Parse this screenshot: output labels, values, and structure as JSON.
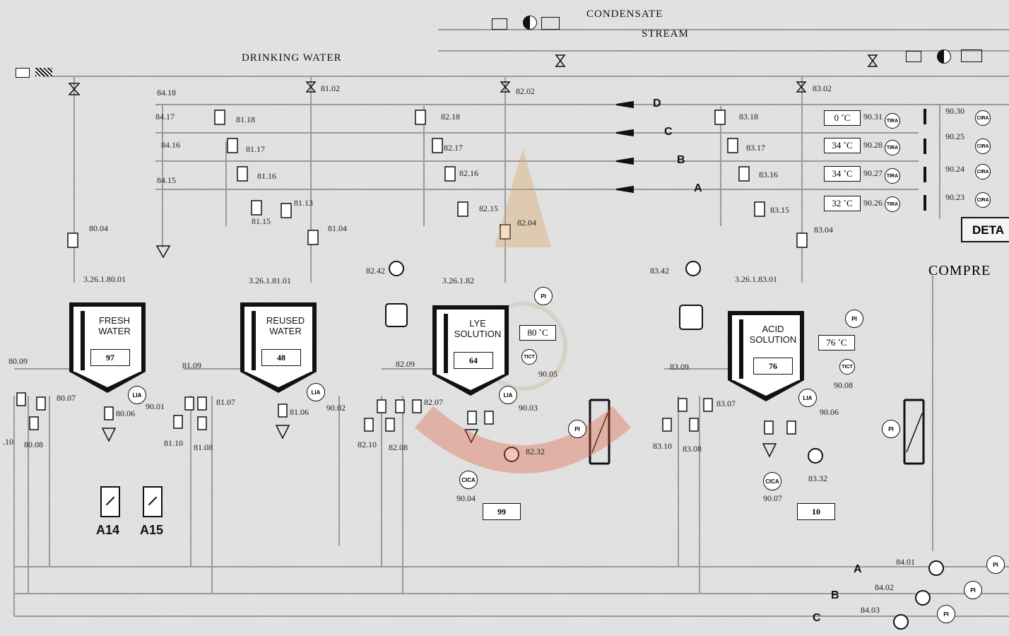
{
  "headers": {
    "condensate": "CONDENSATE",
    "stream": "STREAM",
    "drinking_water": "DRINKING WATER",
    "compressed": "COMPRE",
    "detail_button": "DETA"
  },
  "tanks": [
    {
      "name_line1": "FRESH",
      "name_line2": "WATER",
      "tag": "3.26.1.80.01",
      "level": "97"
    },
    {
      "name_line1": "REUSED",
      "name_line2": "WATER",
      "tag": "3.26.1.81.01",
      "level": "48"
    },
    {
      "name_line1": "LYE",
      "name_line2": "SOLUTION",
      "tag": "3.26.1.82",
      "level": "64"
    },
    {
      "name_line1": "ACID",
      "name_line2": "SOLUTION",
      "tag": "3.26.1.83.01",
      "level": "76"
    }
  ],
  "lines": {
    "A": "A",
    "B": "B",
    "C": "C",
    "D": "D"
  },
  "temperatures": {
    "t1": "0 ˚C",
    "t2": "34 ˚C",
    "t3": "34 ˚C",
    "t4": "32 ˚C",
    "lye_temp": "80 ˚C",
    "acid_temp": "76 ˚C"
  },
  "setpoints": {
    "lye_cica": "99",
    "acid_cica": "10"
  },
  "instruments": {
    "tira": "TIRA",
    "cira": "CIRA",
    "lia": "LIA",
    "pi": "PI",
    "tict": "TICT",
    "cica": "CICA"
  },
  "panels": {
    "a14": "A14",
    "a15": "A15"
  },
  "tags": {
    "t84_16": "84.16",
    "t84_17": "84.17",
    "t84_18": "84.18",
    "t84_15": "84.15",
    "t81_02": "81.02",
    "t82_02": "82.02",
    "t83_02": "83.02",
    "t81_18": "81.18",
    "t81_17": "81.17",
    "t81_16": "81.16",
    "t81_15": "81.15",
    "t81_13": "81.13",
    "t81_04": "81.04",
    "t82_18": "82.18",
    "t82_17": "82.17",
    "t82_16": "82.16",
    "t82_15": "82.15",
    "t82_04": "82.04",
    "t82_42": "82.42",
    "t83_18": "83.18",
    "t83_17": "83.17",
    "t83_16": "83.16",
    "t83_15": "83.15",
    "t83_04": "83.04",
    "t83_42": "83.42",
    "t80_04": "80.04",
    "t90_31": "90.31",
    "t90_30": "90.30",
    "t90_28": "90.28",
    "t90_25": "90.25",
    "t90_27": "90.27",
    "t90_24": "90.24",
    "t90_26": "90.26",
    "t90_23": "90.23",
    "t80_09": "80.09",
    "t80_07": "80.07",
    "t80_06": "80.06",
    "t90_01": "90.01",
    "t80_08": "80.08",
    "t10": ".10",
    "t81_09": "81.09",
    "t81_07": "81.07",
    "t81_06": "81.06",
    "t90_02": "90.02",
    "t81_10": "81.10",
    "t81_08": "81.08",
    "t82_09": "82.09",
    "t82_07": "82.07",
    "t90_05": "90.05",
    "t90_03": "90.03",
    "t82_10": "82.10",
    "t82_08": "82.08",
    "t82_32": "82.32",
    "t90_04": "90.04",
    "t83_09": "83.09",
    "t83_07": "83.07",
    "t90_08": "90.08",
    "t90_06": "90.06",
    "t83_10": "83.10",
    "t83_08": "83.08",
    "t83_32": "83.32",
    "t90_07": "90.07",
    "t84_01": "84.01",
    "t84_02": "84.02",
    "t84_03": "84.03"
  }
}
